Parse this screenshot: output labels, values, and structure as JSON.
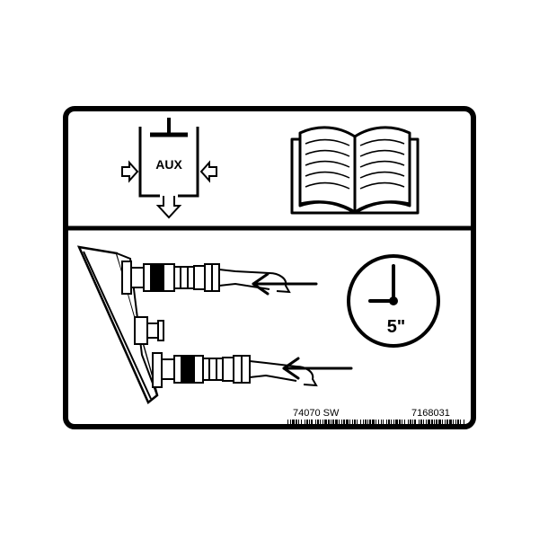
{
  "aux_label": "AUX",
  "timer_label": "5\"",
  "part_code": "74070 SW",
  "part_number": "7168031",
  "colors": {
    "ink": "#000000",
    "paper": "#ffffff"
  },
  "icons": [
    "aux-hydraulic-icon",
    "manual-book-icon",
    "clock-icon",
    "hose-coupler-icon",
    "arrow-left-icon",
    "barcode"
  ]
}
